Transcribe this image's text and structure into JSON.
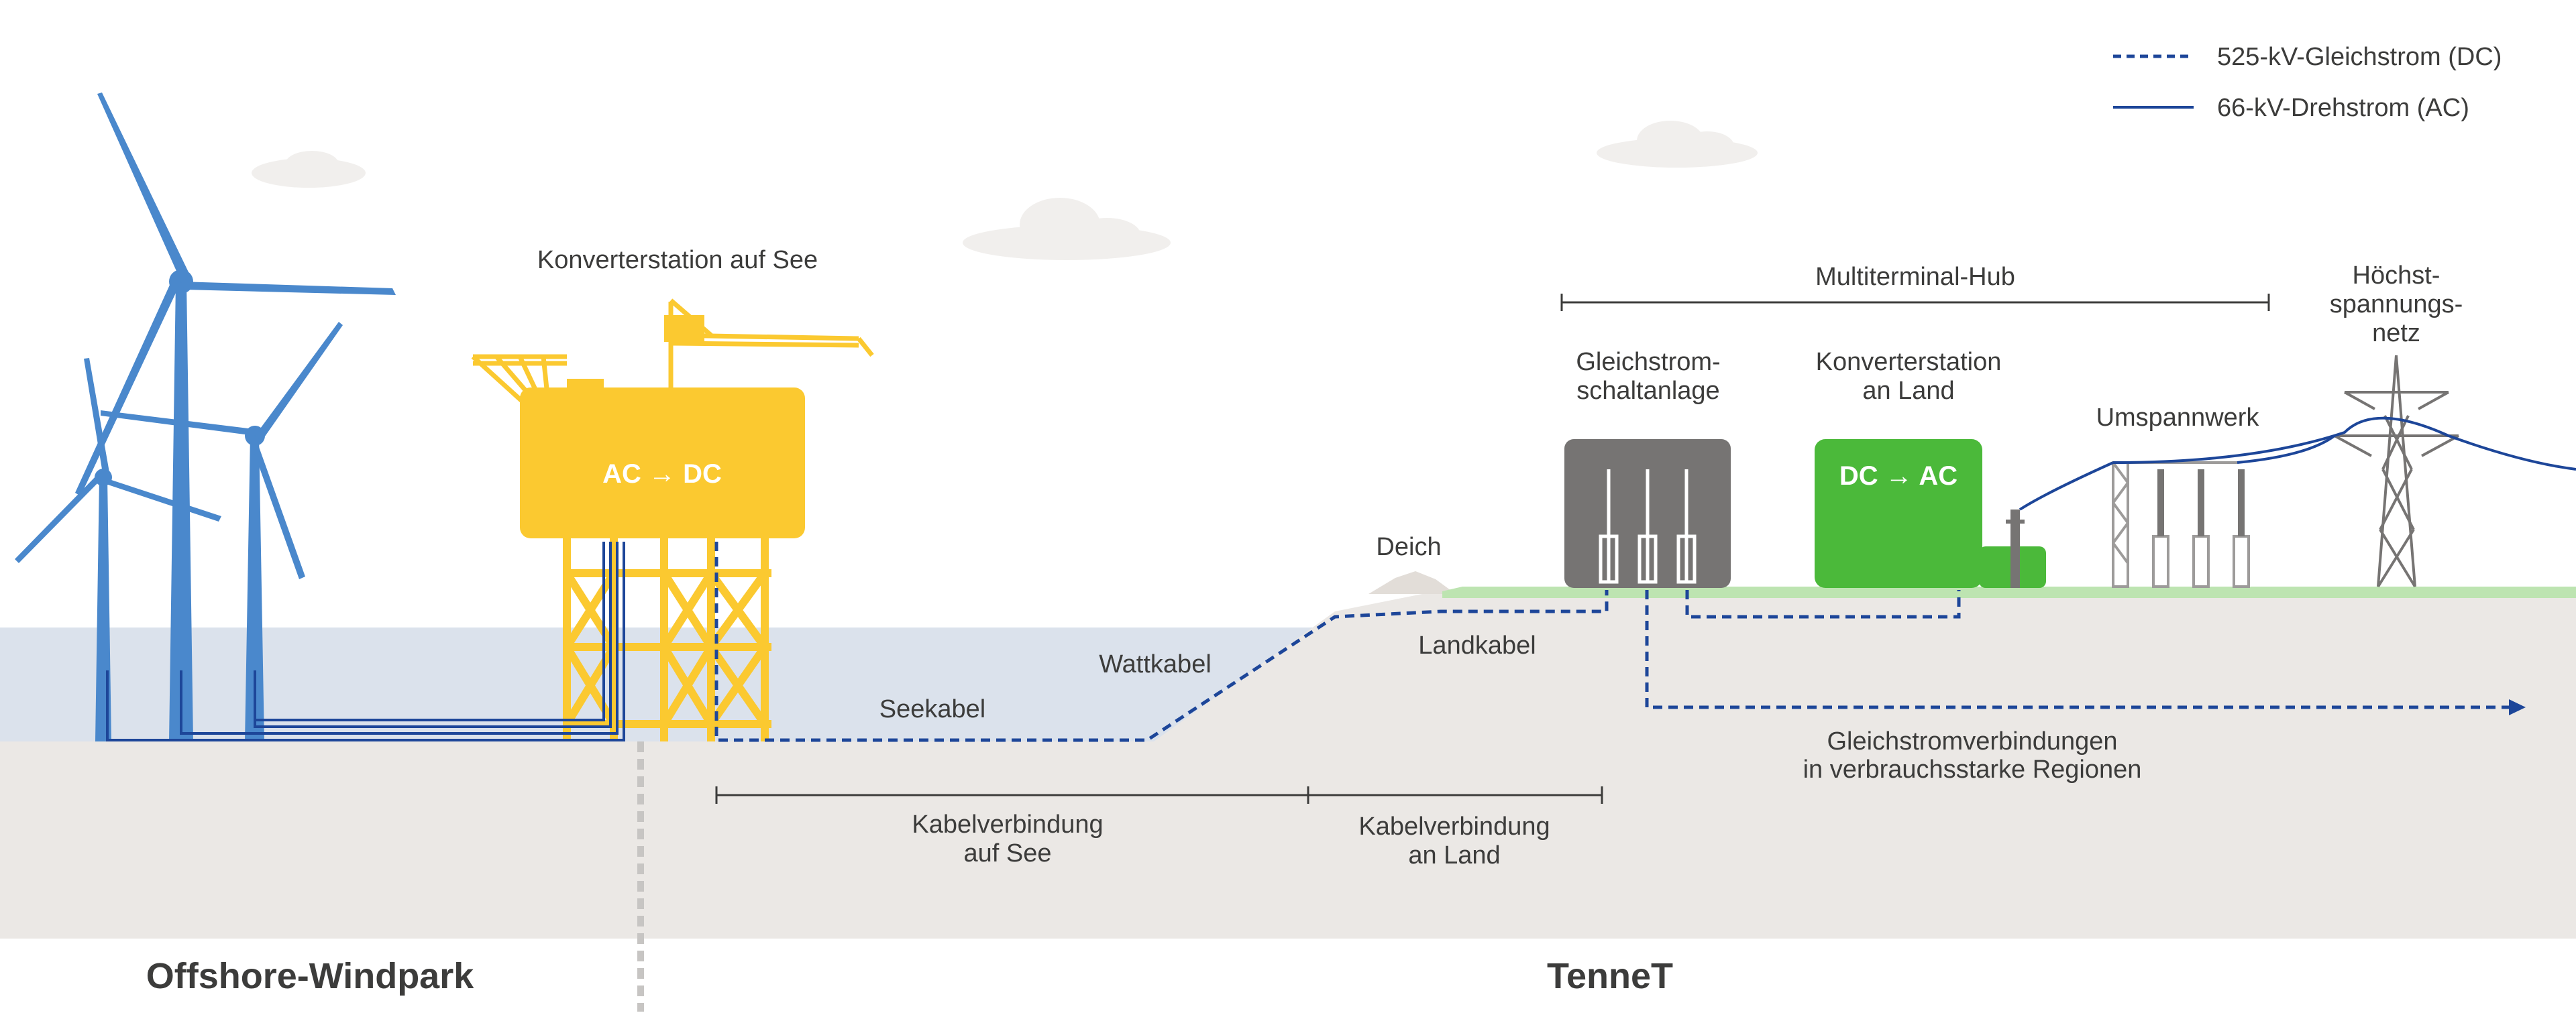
{
  "legend": {
    "dc_label": "525-kV-Gleichstrom (DC)",
    "ac_label": "66-kV-Drehstrom (AC)"
  },
  "labels": {
    "offshore_converter": "Konverterstation auf See",
    "offshore_box": "AC → DC",
    "multiterminal_hub": "Multiterminal-Hub",
    "dc_switchgear_line1": "Gleichstrom-",
    "dc_switchgear_line2": "schaltanlage",
    "onshore_converter_line1": "Konverterstation",
    "onshore_converter_line2": "an Land",
    "onshore_box": "DC → AC",
    "substation": "Umspannwerk",
    "grid_line1": "Höchst-",
    "grid_line2": "spannungs-",
    "grid_line3": "netz",
    "dike": "Deich",
    "watt_cable": "Wattkabel",
    "sea_cable": "Seekabel",
    "land_cable": "Landkabel",
    "dc_connections_line1": "Gleichstromverbindungen",
    "dc_connections_line2": "in verbrauchsstarke Regionen",
    "sea_connection_line1": "Kabelverbindung",
    "sea_connection_line2": "auf See",
    "land_connection_line1": "Kabelverbindung",
    "land_connection_line2": "an Land"
  },
  "sections": {
    "left": "Offshore-Windpark",
    "right": "TenneT"
  },
  "colors": {
    "turbine_blue": "#4a88cc",
    "platform_yellow": "#fbc930",
    "onshore_green": "#4bb93a",
    "switchgear_gray": "#767473",
    "cable_dark_blue": "#1d4699",
    "sea": "#dbe2ec",
    "ground": "#ebe8e5",
    "grass": "#bde4b1",
    "cloud": "#f1efed"
  }
}
